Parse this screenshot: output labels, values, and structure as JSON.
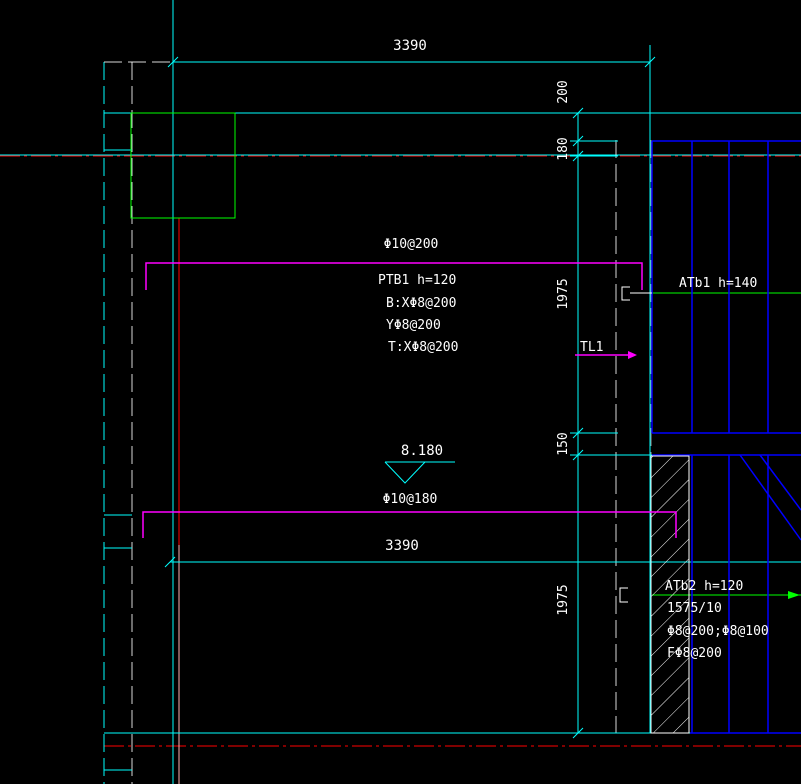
{
  "drawing": {
    "background": "#000000",
    "colors": {
      "cyan": "#00ffff",
      "red": "#ff0000",
      "blue": "#0000ff",
      "magenta": "#ff00ff",
      "green": "#00ff00",
      "white": "#ffffff"
    },
    "dimensions": {
      "top_width": "3390",
      "mid_width": "3390",
      "dim_200": "200",
      "dim_180": "180",
      "dim_1975_upper": "1975",
      "dim_150": "150",
      "dim_1975_lower": "1975"
    },
    "upper_slab": {
      "rebar_top": "Φ10@200",
      "name": "PTB1  h=120",
      "bottom_x": "B:XΦ8@200",
      "bottom_y": "YΦ8@200",
      "top_x": "T:XΦ8@200"
    },
    "level_mark": "8.180",
    "lower_rebar": "Φ10@180",
    "beam_label": "TL1",
    "stair_upper": "ATb1  h=140",
    "stair_lower": {
      "name": "ATb2  h=120",
      "steps": "1575/10",
      "rebar": "Φ8@200;Φ8@100",
      "dist": "FΦ8@200"
    }
  }
}
